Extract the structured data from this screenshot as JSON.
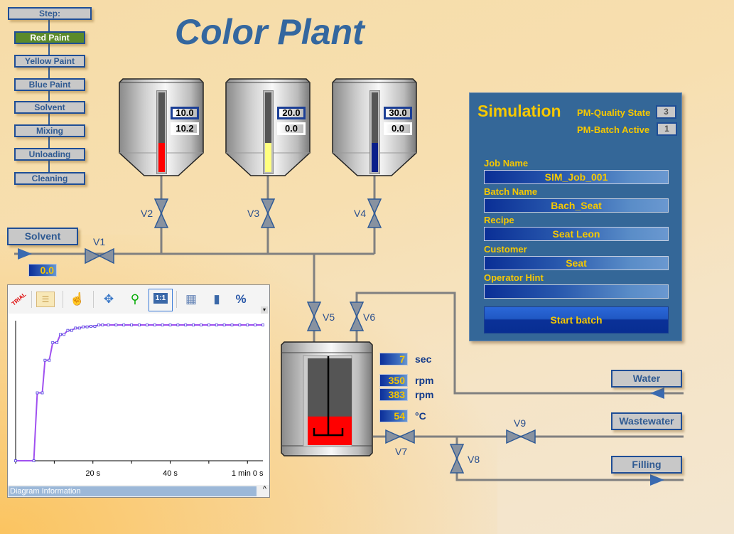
{
  "title": "Color Plant",
  "steps": {
    "header": "Step:",
    "items": [
      "Red Paint",
      "Yellow Paint",
      "Blue Paint",
      "Solvent",
      "Mixing",
      "Unloading",
      "Cleaning"
    ],
    "active": 0
  },
  "tanks": [
    {
      "setpoint": "10.0",
      "actual": "10.2",
      "color": "#ff0000",
      "level": 0.37,
      "valve": "V2"
    },
    {
      "setpoint": "20.0",
      "actual": "0.0",
      "color": "#ffff80",
      "level": 0.37,
      "valve": "V3"
    },
    {
      "setpoint": "30.0",
      "actual": "0.0",
      "color": "#0a1f8a",
      "level": 0.37,
      "valve": "V4"
    }
  ],
  "solvent": {
    "label": "Solvent",
    "value": "0.0",
    "valve": "V1"
  },
  "valves": {
    "v5": "V5",
    "v6": "V6",
    "v7": "V7",
    "v8": "V8",
    "v9": "V9"
  },
  "mixer": {
    "level": 0.33,
    "color": "#ff0000",
    "readouts": [
      {
        "value": "7",
        "unit": "sec"
      },
      {
        "value": "350",
        "unit": "rpm"
      },
      {
        "value": "383",
        "unit": "rpm"
      },
      {
        "value": "54",
        "unit": "°C"
      }
    ]
  },
  "outlets": {
    "water": "Water",
    "wastewater": "Wastewater",
    "filling": "Filling"
  },
  "simulation": {
    "title": "Simulation",
    "quality_label": "PM-Quality State",
    "quality_value": "3",
    "batch_active_label": "PM-Batch Active",
    "batch_active_value": "1",
    "fields": [
      {
        "label": "Job Name",
        "value": "SIM_Job_001"
      },
      {
        "label": "Batch Name",
        "value": "Bach_Seat"
      },
      {
        "label": "Recipe",
        "value": "Seat Leon"
      },
      {
        "label": "Customer",
        "value": "Seat"
      },
      {
        "label": "Operator Hint",
        "value": ""
      }
    ],
    "start_button": "Start batch"
  },
  "diagram": {
    "toolbar": [
      "trial",
      "legend",
      "hand",
      "pan",
      "zoom",
      "fit-1-1",
      "table",
      "thermometer",
      "percent"
    ],
    "trial_text": "TRIAL",
    "fit_text": "1:1",
    "percent_text": "%",
    "info_label": "Diagram Information"
  },
  "chart_data": {
    "type": "line",
    "title": "",
    "xlabel": "",
    "ylabel": "",
    "xlim": [
      0,
      64
    ],
    "ylim": [
      0,
      1.05
    ],
    "xticks": [
      {
        "v": 20,
        "label": "20 s"
      },
      {
        "v": 40,
        "label": "40 s"
      },
      {
        "v": 60,
        "label": "1 min 0 s"
      }
    ],
    "series": [
      {
        "name": "signal",
        "color": "#a050f0",
        "points": [
          [
            0,
            0
          ],
          [
            4.7,
            0
          ],
          [
            5.6,
            0.5
          ],
          [
            6.9,
            0.5
          ],
          [
            7.6,
            0.74
          ],
          [
            8.7,
            0.74
          ],
          [
            9.6,
            0.87
          ],
          [
            10.7,
            0.87
          ],
          [
            11.6,
            0.93
          ],
          [
            12.5,
            0.93
          ],
          [
            13.5,
            0.96
          ],
          [
            14.5,
            0.96
          ],
          [
            15.5,
            0.977
          ],
          [
            16.5,
            0.977
          ],
          [
            17.5,
            0.986
          ],
          [
            18.5,
            0.986
          ],
          [
            19.5,
            0.99
          ],
          [
            20.5,
            0.99
          ],
          [
            21.5,
            1
          ],
          [
            22.5,
            1
          ],
          [
            24,
            1
          ],
          [
            26,
            1
          ],
          [
            28,
            1
          ],
          [
            30,
            1
          ],
          [
            32,
            1
          ],
          [
            34,
            1
          ],
          [
            36,
            1
          ],
          [
            38,
            1
          ],
          [
            40,
            1
          ],
          [
            42,
            1
          ],
          [
            44,
            1
          ],
          [
            46,
            1
          ],
          [
            48,
            1
          ],
          [
            50,
            1
          ],
          [
            52,
            1
          ],
          [
            54,
            1
          ],
          [
            56,
            1
          ],
          [
            58,
            1
          ],
          [
            60,
            1
          ],
          [
            62,
            1
          ],
          [
            64,
            1
          ]
        ]
      }
    ]
  }
}
